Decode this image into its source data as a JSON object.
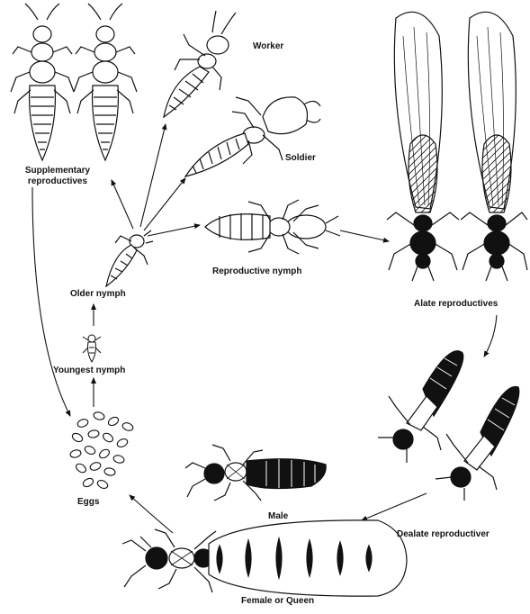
{
  "diagram": {
    "labels": {
      "supplementary": [
        "Supplementary",
        "reproductives"
      ],
      "worker": "Worker",
      "soldier": "Soldier",
      "reproductive_nymph": "Reproductive nymph",
      "alate": "Alate reproductives",
      "older_nymph": "Older nymph",
      "youngest_nymph": "Youngest nymph",
      "eggs": "Eggs",
      "male": "Male",
      "dealate": "Dealate reproductiver",
      "queen": "Female or Queen"
    },
    "colors": {
      "ink": "#111111",
      "paper": "#ffffff"
    }
  }
}
